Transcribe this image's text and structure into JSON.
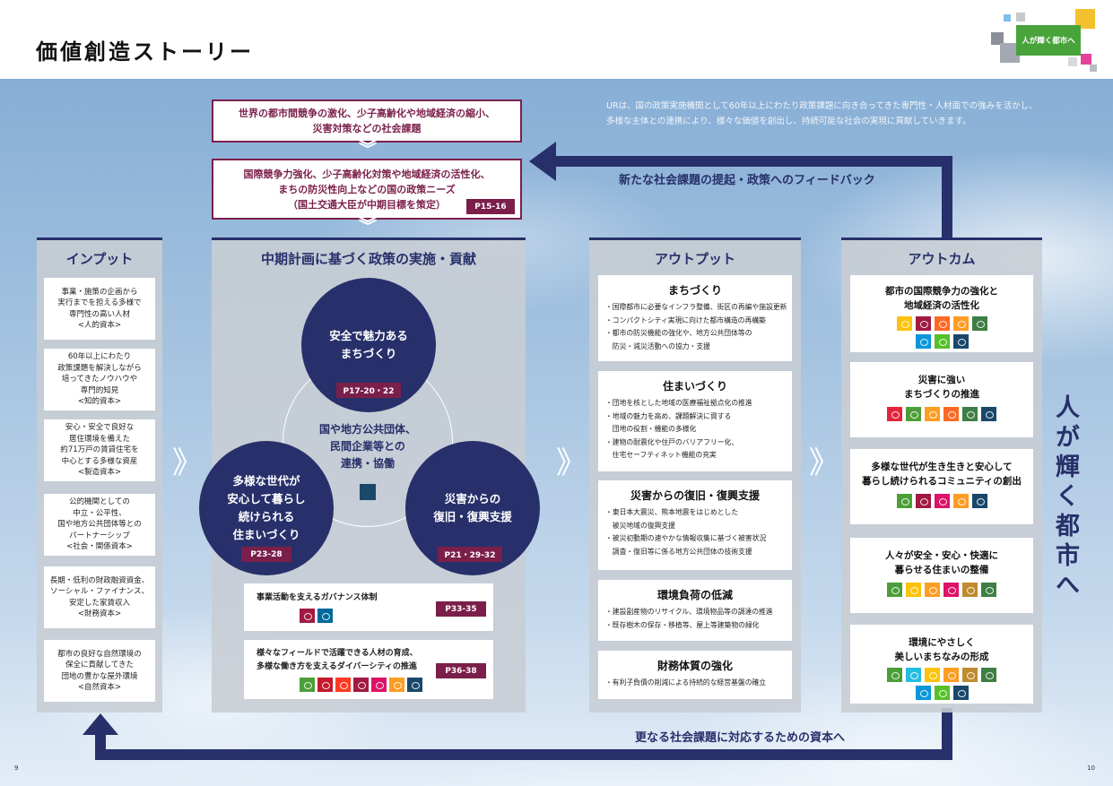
{
  "header": {
    "title": "価値創造ストーリー",
    "logo_text": "人が輝く都市へ"
  },
  "intro": {
    "line1": "URは、国の政策実施機関として60年以上にわたり政策課題に向き合ってきた専門性・人材面での強みを活かし、",
    "line2": "多様な主体との連携により、様々な価値を創出し、持続可能な社会の実現に貢献していきます。"
  },
  "top": {
    "box1": {
      "line1": "世界の都市間競争の激化、少子高齢化や地域経済の縮小、",
      "line2": "災害対策などの社会課題"
    },
    "box2": {
      "line1": "国際競争力強化、少子高齢化対策や地域経済の活性化、",
      "line2": "まちの防災性向上などの国の政策ニーズ",
      "line3": "（国土交通大臣が中期目標を策定）",
      "page": "P15-16"
    }
  },
  "feedback_label": "新たな社会課題の提起・政策へのフィードバック",
  "bottom_label": "更なる社会課題に対応するための資本へ",
  "vertical_slogan": "人が輝く都市へ",
  "input": {
    "title": "インプット",
    "items": [
      {
        "l1": "事業・施策の企画から",
        "l2": "実行までを担える多様で",
        "l3": "専門性の高い人材",
        "l4": "<人的資本>"
      },
      {
        "l1": "60年以上にわたり",
        "l2": "政策課題を解決しながら",
        "l3": "培ってきたノウハウや",
        "l4": "専門的知見",
        "l5": "<知的資本>"
      },
      {
        "l1": "安心・安全で良好な",
        "l2": "居住環境を備えた",
        "l3": "約71万戸の賃貸住宅を",
        "l4": "中心とする多様な資産",
        "l5": "<製造資本>"
      },
      {
        "l1": "公的機関としての",
        "l2": "中立・公平性、",
        "l3": "国や地方公共団体等との",
        "l4": "パートナーシップ",
        "l5": "<社会・関係資本>"
      },
      {
        "l1": "長期・低利の財政融資資金、",
        "l2": "ソーシャル・ファイナンス、",
        "l3": "安定した家賃収入",
        "l4": "<財務資本>"
      },
      {
        "l1": "都市の良好な自然環境の",
        "l2": "保全に貢献してきた",
        "l3": "団地の豊かな屋外環境",
        "l4": "<自然資本>"
      }
    ]
  },
  "middle": {
    "title": "中期計画に基づく政策の実施・貢献",
    "c1": {
      "l1": "安全で魅力ある",
      "l2": "まちづくり",
      "page": "P17-20・22"
    },
    "c2": {
      "l1": "多様な世代が",
      "l2": "安心して暮らし",
      "l3": "続けられる",
      "l4": "住まいづくり",
      "page": "P23-28"
    },
    "c3": {
      "l1": "災害からの",
      "l2": "復旧・復興支援",
      "page": "P21・29-32"
    },
    "center": {
      "l1": "国や地方公共団体、",
      "l2": "民間企業等との",
      "l3": "連携・協働"
    },
    "gov": {
      "text": "事業活動を支えるガバナンス体制",
      "page": "P33-35"
    },
    "div": {
      "l1": "様々なフィールドで活躍できる人材の育成、",
      "l2": "多様な働き方を支えるダイバーシティの推進",
      "page": "P36-38"
    }
  },
  "output": {
    "title": "アウトプット",
    "boxes": [
      {
        "h": "まちづくり",
        "lines": [
          "・国際都市に必要なインフラ整備、街区の再編や施設更新",
          "・コンパクトシティ実現に向けた都市構造の再構築",
          "・都市の防災機能の強化や、地方公共団体等の",
          "　防災・減災活動への協力・支援"
        ]
      },
      {
        "h": "住まいづくり",
        "lines": [
          "・団地を核とした地域の医療福祉拠点化の推進",
          "・地域の魅力を高め、課題解決に資する",
          "　団地の役割・機能の多様化",
          "・建物の耐震化や住戸のバリアフリー化、",
          "　住宅セーフティネット機能の充実"
        ]
      },
      {
        "h": "災害からの復旧・復興支援",
        "lines": [
          "・東日本大震災、熊本地震をはじめとした",
          "　被災地域の復興支援",
          "・被災初動期の速やかな情報収集に基づく被害状況",
          "　調査・復旧等に係る地方公共団体の技術支援"
        ]
      },
      {
        "h": "環境負荷の低減",
        "lines": [
          "・建設副産物のリサイクル、環境物品等の調達の推進",
          "・既存樹木の保存・移植等、屋上等建築物の緑化"
        ]
      },
      {
        "h": "財務体質の強化",
        "lines": [
          "・有利子負債の削減による持続的な経営基盤の確立"
        ]
      }
    ]
  },
  "outcome": {
    "title": "アウトカム",
    "boxes": [
      {
        "l1": "都市の国際競争力の強化と",
        "l2": "地域経済の活性化"
      },
      {
        "l1": "災害に強い",
        "l2": "まちづくりの推進"
      },
      {
        "l1": "多様な世代が生き生きと安心して",
        "l2": "暮らし続けられるコミュニティの創出"
      },
      {
        "l1": "人々が安全・安心・快適に",
        "l2": "暮らせる住まいの整備"
      },
      {
        "l1": "環境にやさしく",
        "l2": "美しいまちなみの形成"
      }
    ]
  },
  "page_numbers": {
    "left": "9",
    "right": "10"
  },
  "colors": {
    "navy": "#27306a",
    "maroon": "#7b1f4a",
    "green": "#49a33b"
  }
}
